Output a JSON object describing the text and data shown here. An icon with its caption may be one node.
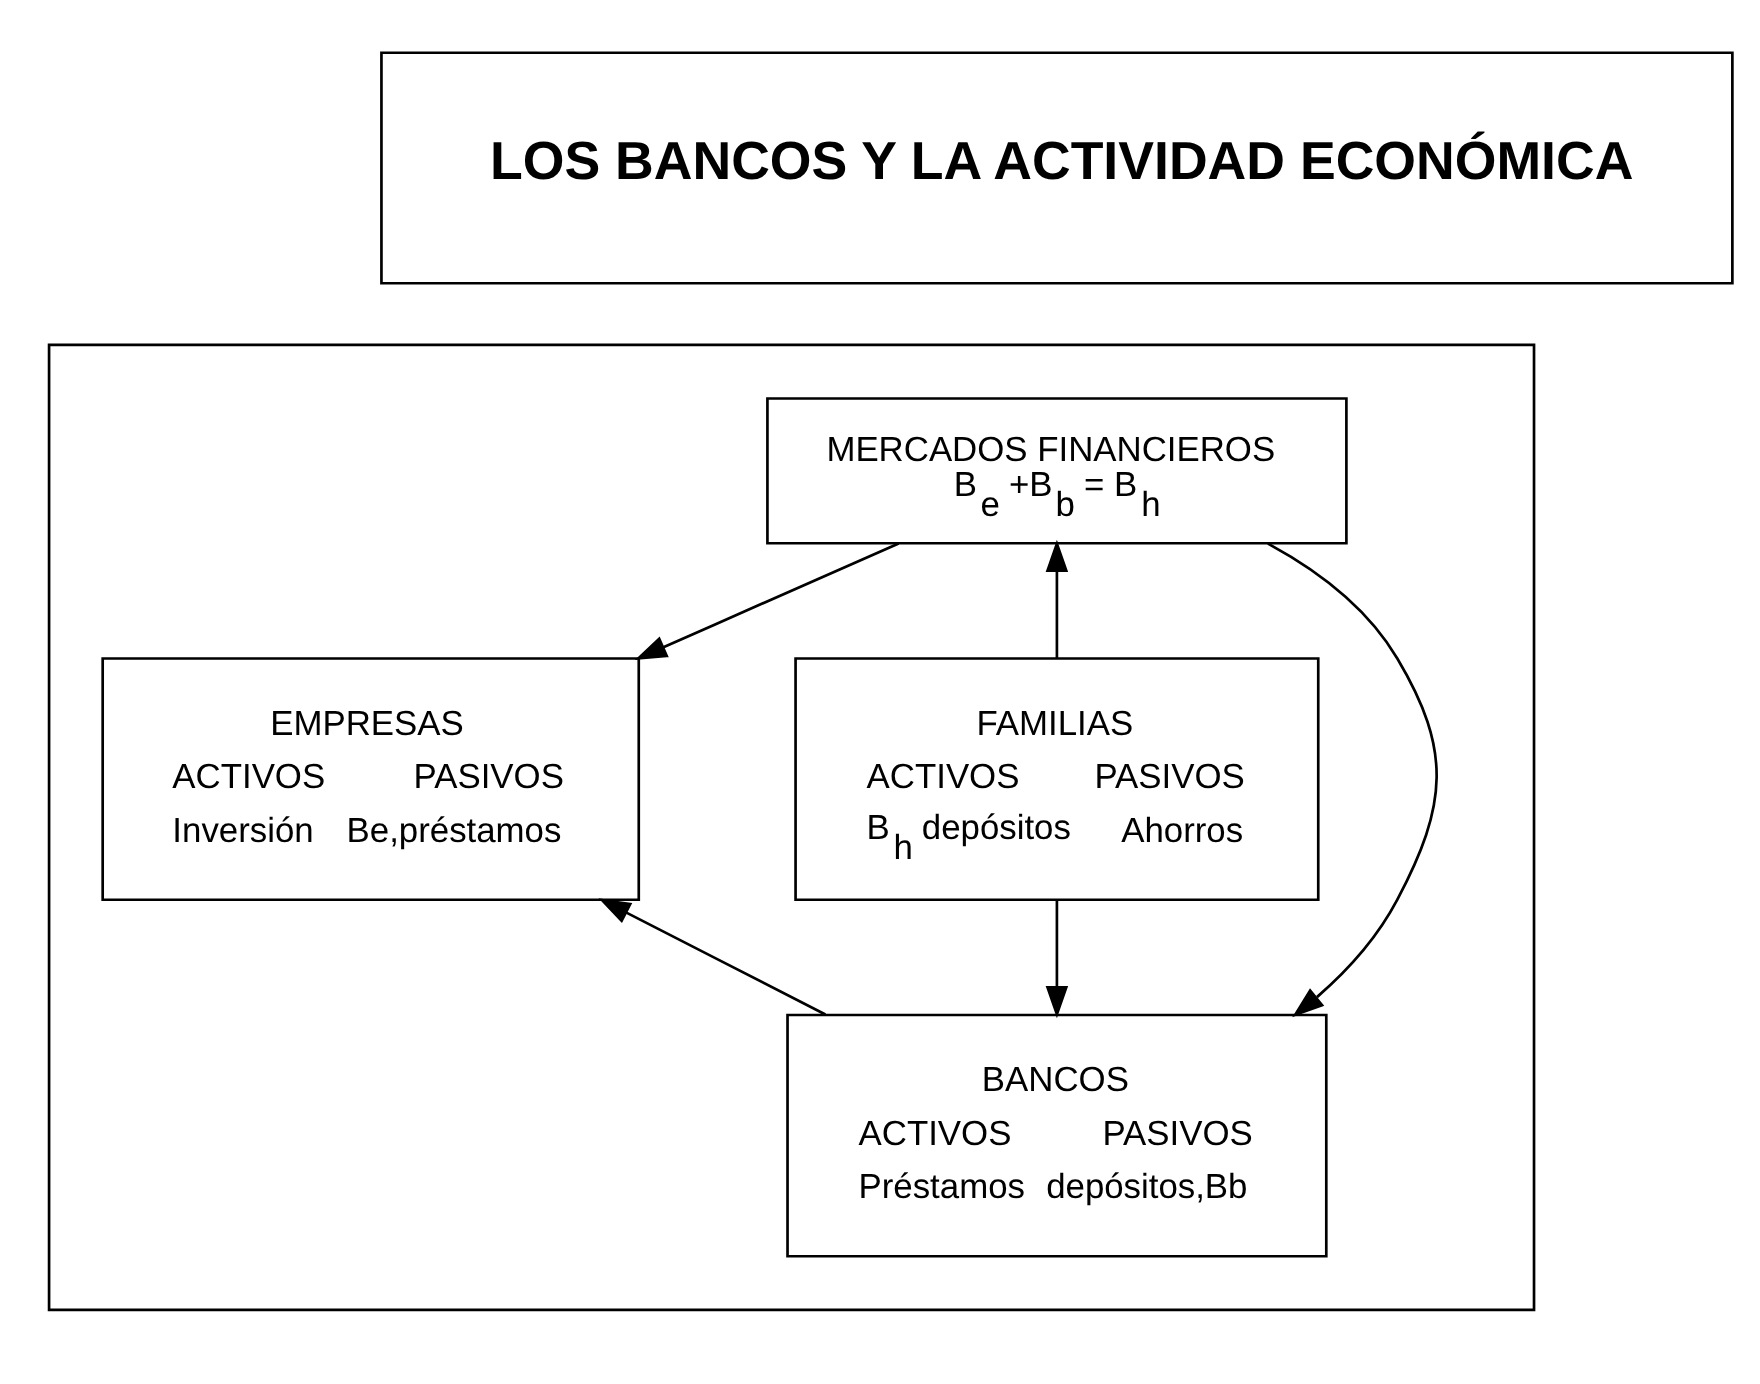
{
  "diagram": {
    "nodes": [
      {
        "text": [
          "LOS BANCOS Y LA ACTIVIDAD ECONÓMICA"
        ]
      },
      {
        "text": [],
        "shape": "box"
      },
      {
        "text": [
          "MERCADOS FINANCIEROS",
          "B$_{e}$ +B$_{b}$ = B$_{h}$"
        ],
        "in": 1
      },
      {
        "text": [
          "EMPRESAS",
          "ACTIVOS",
          "PASIVOS",
          "Inversión",
          "Be,préstamos"
        ],
        "in": 1
      },
      {
        "text": [
          "FAMILIAS",
          "ACTIVOS",
          "PASIVOS",
          "B$_{h}$ depósitos",
          "Ahorros"
        ],
        "in": 1
      },
      {
        "text": [
          "BANCOS",
          "ACTIVOS",
          "PASIVOS",
          "Préstamos",
          "depósitos,Bb"
        ],
        "in": 1
      }
    ],
    "edges": [
      {
        "from": 2,
        "to": 3,
        "arrow": "to"
      },
      {
        "from": 2,
        "to": 5,
        "arrow": "to"
      },
      {
        "from": 4,
        "to": 2,
        "arrow": "to"
      },
      {
        "from": 4,
        "to": 5,
        "arrow": "to"
      },
      {
        "from": 5,
        "to": 3,
        "arrow": "to"
      }
    ]
  }
}
